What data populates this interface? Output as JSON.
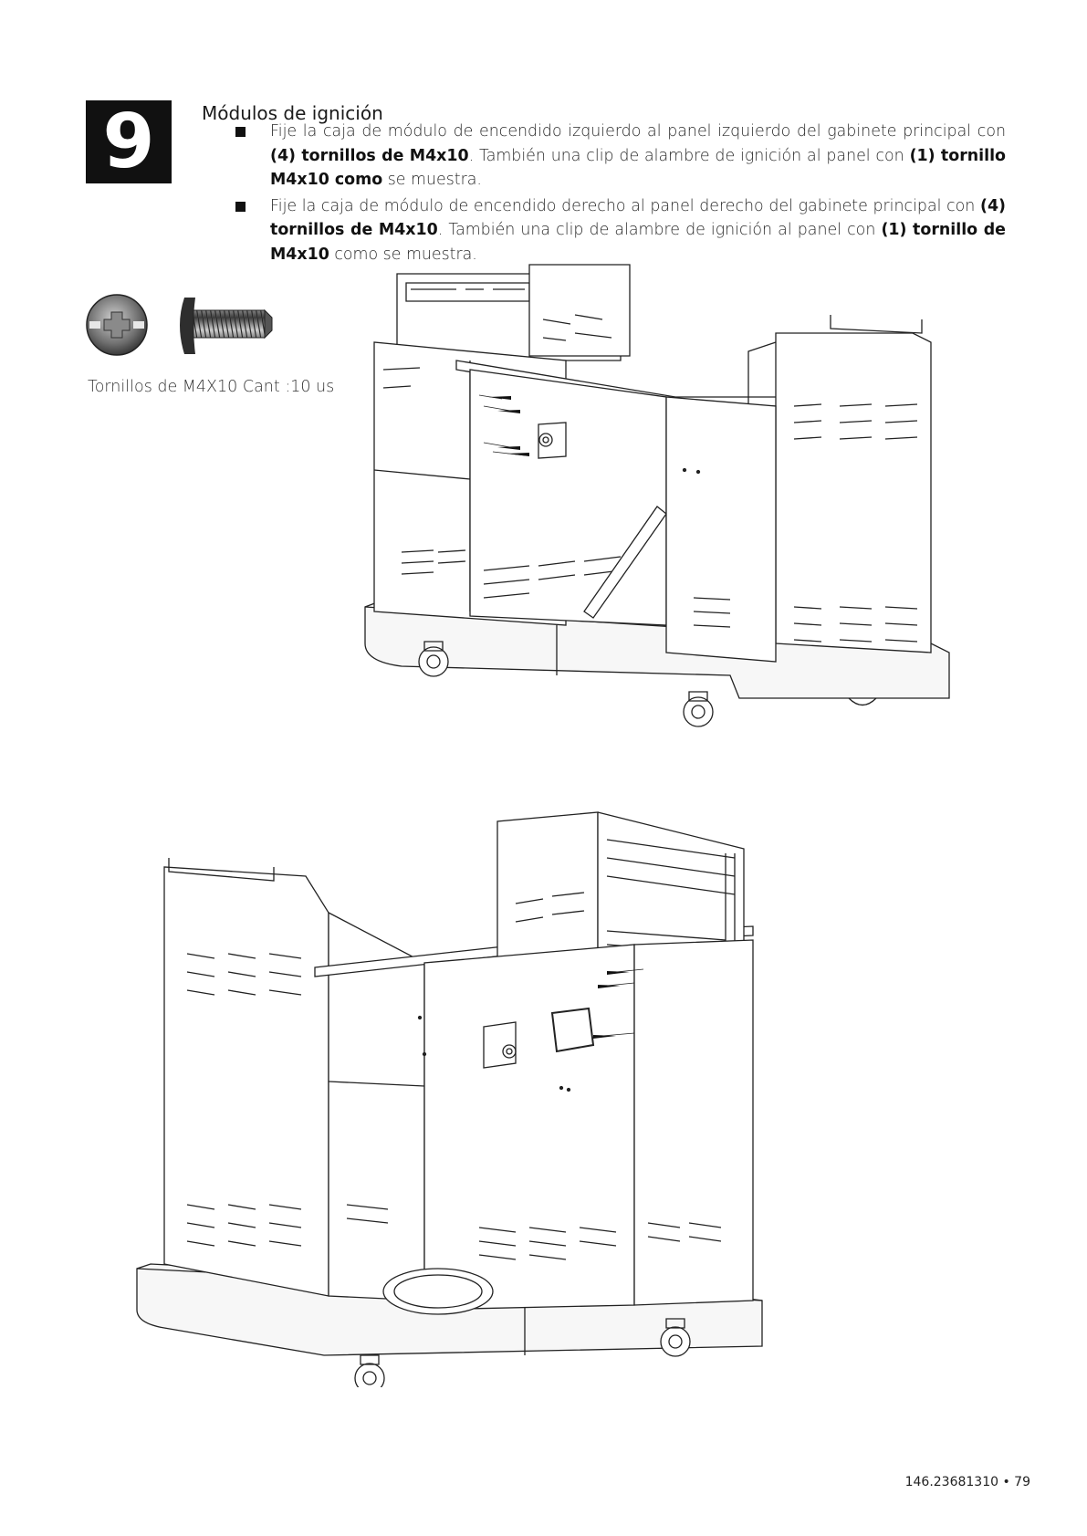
{
  "step": {
    "number": "9"
  },
  "section": {
    "title": "Módulos de ignición"
  },
  "instructions": [
    {
      "parts": [
        {
          "text": "Fije la caja de módulo de encendido izquierdo al panel izquierdo del gabinete principal con ",
          "bold": false
        },
        {
          "text": "(4) tornillos de M4x10",
          "bold": true
        },
        {
          "text": ". También una clip de alambre de ignición al panel con ",
          "bold": false
        },
        {
          "text": "(1) tornillo M4x10 como",
          "bold": true
        },
        {
          "text": " se muestra.",
          "bold": false
        }
      ]
    },
    {
      "parts": [
        {
          "text": "Fije la caja de módulo de encendido derecho al panel derecho del gabinete principal con ",
          "bold": false
        },
        {
          "text": "(4) tornillos de M4x10",
          "bold": true
        },
        {
          "text": ". También una clip de alambre de ignición al panel con ",
          "bold": false
        },
        {
          "text": "(1) tornillo de M4x10",
          "bold": true
        },
        {
          "text": " como se muestra.",
          "bold": false
        }
      ]
    }
  ],
  "hardware": {
    "label": "Tornillos de M4X10 Cant :10 us"
  },
  "diagrams": {
    "top": {
      "icon": "grill-cabinet-left-ignition-module-diagram"
    },
    "bottom": {
      "icon": "grill-cabinet-right-ignition-module-diagram"
    }
  },
  "footer": {
    "page": "146.23681310 • 79"
  }
}
